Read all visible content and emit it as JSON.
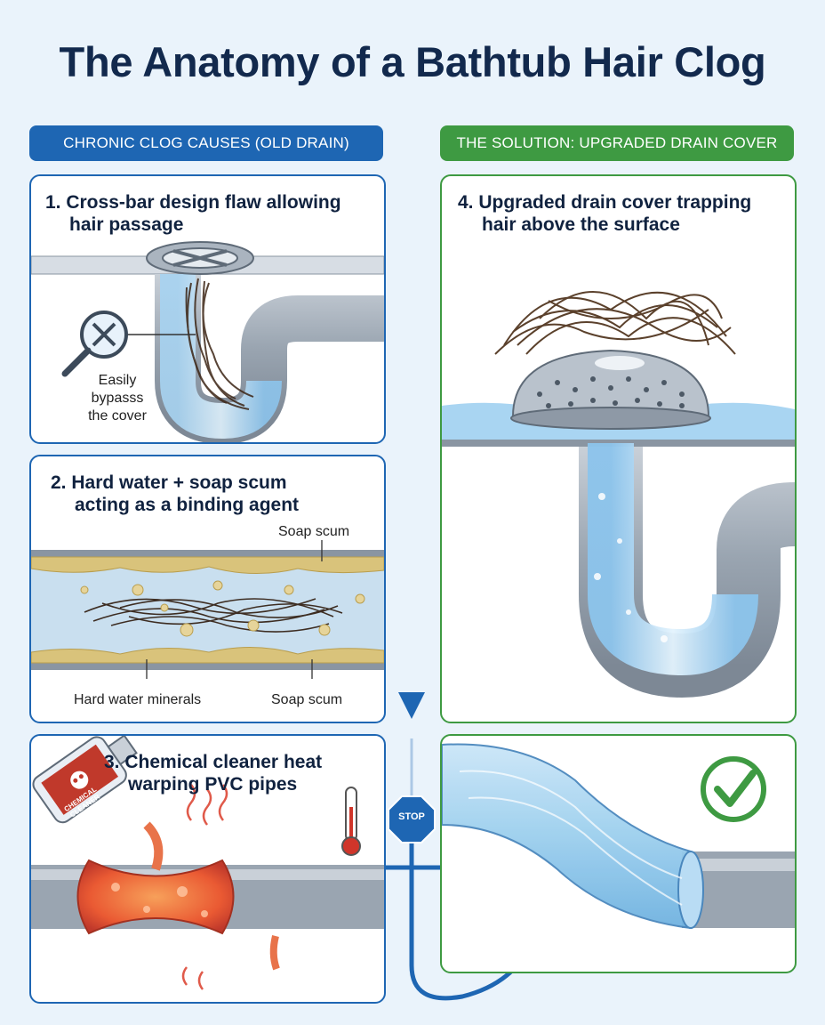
{
  "title": "The Anatomy of a Bathtub Hair Clog",
  "headers": {
    "left": "CHRONIC CLOG CAUSES (OLD DRAIN)",
    "right": "THE SOLUTION: UPGRADED DRAIN COVER"
  },
  "panels": {
    "p1": {
      "title_line1": "1. Cross-bar design flaw allowing",
      "title_line2": "hair passage",
      "callout_line1": "Easily",
      "callout_line2": "bypasss",
      "callout_line3": "the cover"
    },
    "p2": {
      "title_line1": "2. Hard water + soap scum",
      "title_line2": "acting as a binding agent",
      "label_soap_top": "Soap scum",
      "label_minerals": "Hard water minerals",
      "label_soap_bottom": "Soap scum"
    },
    "p3": {
      "title_line1": "3. Chemical cleaner heat",
      "title_line2": "warping PVC pipes",
      "bottle_label": "CHEMICAL CLEANER"
    },
    "p4": {
      "title_line1": "4. Upgraded drain cover trapping",
      "title_line2": "hair above the surface"
    }
  },
  "stop_sign": "STOP",
  "colors": {
    "blue": "#1e66b3",
    "green": "#3e9a42",
    "title": "#12294d"
  },
  "icons": [
    "magnifier-x-icon",
    "thermometer-icon",
    "skull-icon",
    "checkmark-circle-icon",
    "stop-sign-icon",
    "arrow-icon"
  ]
}
